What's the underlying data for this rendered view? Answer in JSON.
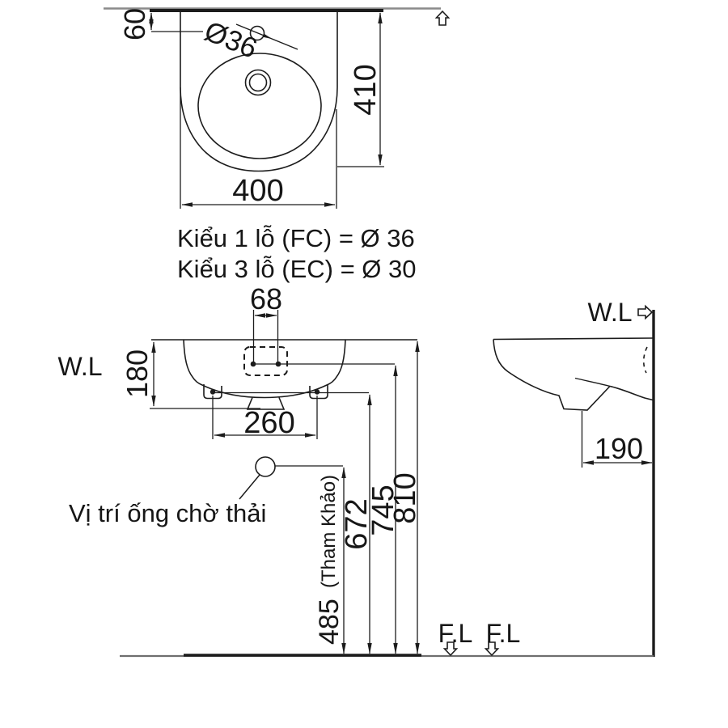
{
  "drawing": {
    "notes": {
      "hole_type_1": "Kiểu 1 lỗ (FC) = Ø 36",
      "hole_type_3": "Kiểu 3 lỗ (EC) = Ø 30",
      "drain_position": "Vị trí ống chờ thải"
    },
    "top_view": {
      "wall_to_hole": "60",
      "faucet_hole_dia": "Ø36",
      "depth": "410",
      "width": "400"
    },
    "front_view": {
      "faucet_hole_spacing": "68",
      "wall_label": "W.L",
      "rim_to_bottom": "180",
      "mount_hole_spacing": "260"
    },
    "side_view": {
      "wall_label": "W.L",
      "drain_wall_offset": "190"
    },
    "elevations": {
      "drain_height": "485",
      "drain_height_note": "(Tham Khảo)",
      "mount_height": "672",
      "faucet_height": "745",
      "rim_height": "810"
    },
    "floor": {
      "label_1": "F.L",
      "label_2": "F.L"
    },
    "colors": {
      "line": "#1c1c1c",
      "muted": "#7a7a7a"
    }
  }
}
